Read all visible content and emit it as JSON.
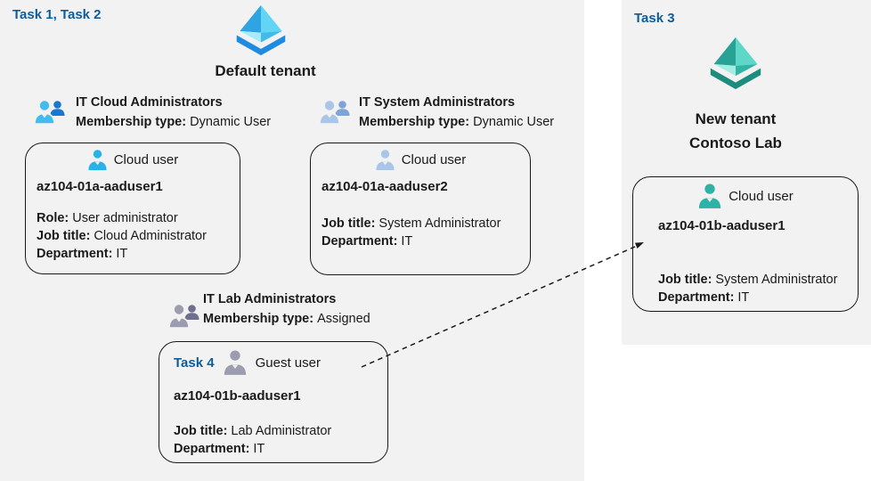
{
  "colors": {
    "task_label": "#0d5c9b",
    "panel_bg": "#f2f2f2",
    "text": "#1a1a1a",
    "aad_icon_blue": [
      "#2fa4e2",
      "#62d4f4",
      "#a5ebfc",
      "#41bbea",
      "#1e8be0"
    ],
    "aad_icon_teal": [
      "#27a294",
      "#5ed6c8",
      "#a4ede2",
      "#2fb4a5",
      "#1b8c7e"
    ],
    "cloud_user_cyan": "#27b3e9",
    "cloud_user_pale": "#a9c6e8",
    "guest_user_gray": "#9c9cb0",
    "cloud_user_teal": "#2eb2a5"
  },
  "left_region": {
    "task_label": "Task 1, Task 2",
    "tenant_title": "Default tenant",
    "tenant_icon": "azure-ad-directory-icon",
    "groups": [
      {
        "icon": "user-group-icon",
        "name": "IT Cloud Administrators",
        "membership_label": "Membership type:",
        "membership_value": "Dynamic User"
      },
      {
        "icon": "user-group-icon",
        "name": "IT System Administrators",
        "membership_label": "Membership type:",
        "membership_value": "Dynamic User"
      },
      {
        "icon": "user-group-icon",
        "name": "IT Lab Administrators",
        "membership_label": "Membership type:",
        "membership_value": "Assigned"
      }
    ],
    "cards": [
      {
        "icon": "cloud-user-icon",
        "user_type": "Cloud user",
        "username": "az104-01a-aaduser1",
        "attributes": [
          {
            "label": "Role:",
            "value": "User administrator"
          },
          {
            "label": "Job title:",
            "value": "Cloud Administrator"
          },
          {
            "label": "Department:",
            "value": "IT"
          }
        ]
      },
      {
        "icon": "cloud-user-icon",
        "user_type": "Cloud user",
        "username": "az104-01a-aaduser2",
        "attributes": [
          {
            "label": "Job title:",
            "value": "System Administrator"
          },
          {
            "label": "Department:",
            "value": "IT"
          }
        ]
      },
      {
        "task_label": "Task 4",
        "icon": "guest-user-icon",
        "user_type": "Guest user",
        "username": "az104-01b-aaduser1",
        "attributes": [
          {
            "label": "Job title:",
            "value": "Lab Administrator"
          },
          {
            "label": "Department:",
            "value": "IT"
          }
        ]
      }
    ]
  },
  "right_region": {
    "task_label": "Task 3",
    "tenant_title_line1": "New tenant",
    "tenant_title_line2": "Contoso Lab",
    "tenant_icon": "azure-ad-directory-icon",
    "card": {
      "icon": "cloud-user-icon",
      "user_type": "Cloud user",
      "username": "az104-01b-aaduser1",
      "attributes": [
        {
          "label": "Job title:",
          "value": "System Administrator"
        },
        {
          "label": "Department:",
          "value": "IT"
        }
      ]
    }
  },
  "connector": {
    "style": "dashed-arrow",
    "from": "guest-user-card",
    "to": "new-tenant-cloud-user-card"
  }
}
